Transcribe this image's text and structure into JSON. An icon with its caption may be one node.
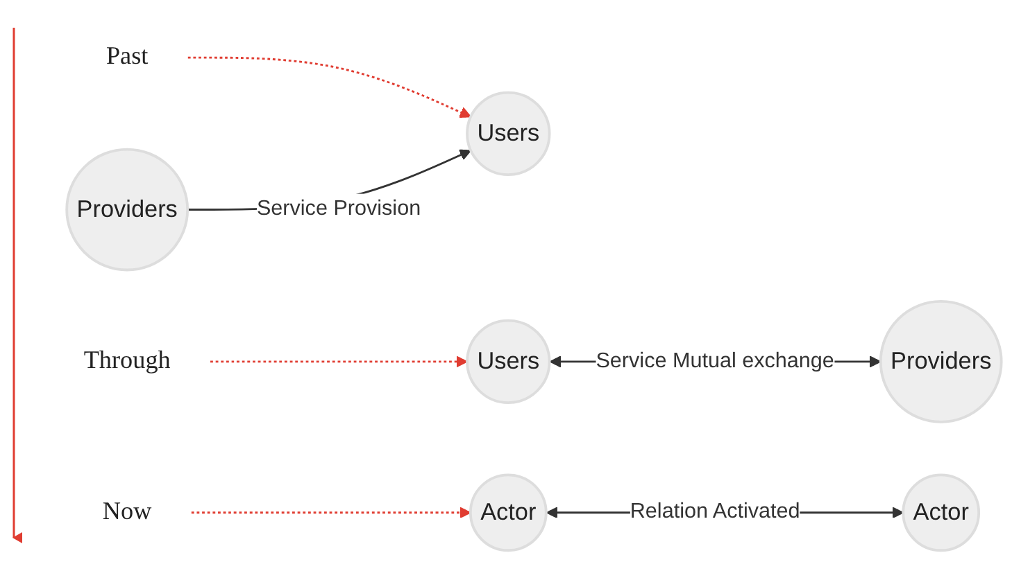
{
  "diagram": {
    "nodes": [
      {
        "text": [
          "Past"
        ]
      },
      {
        "text": [
          "Users"
        ]
      },
      {
        "text": [
          "Providers"
        ]
      },
      {
        "text": [
          "Through"
        ]
      },
      {
        "text": [
          "Users"
        ]
      },
      {
        "text": [
          "Providers"
        ]
      },
      {
        "text": [
          "Now"
        ]
      },
      {
        "text": [
          "Actor"
        ]
      },
      {
        "text": [
          "Actor"
        ]
      }
    ],
    "edges": [
      {
        "from": 0,
        "to": 1,
        "arrow": "to",
        "style": "dashed",
        "color": "#e03c31"
      },
      {
        "from": 2,
        "to": 1,
        "arrow": "to",
        "label": "Service Provision",
        "color": "#333333"
      },
      {
        "from": 3,
        "to": 4,
        "arrow": "to",
        "style": "dashed",
        "color": "#e03c31"
      },
      {
        "from": 4,
        "to": 5,
        "arrow": "both",
        "label": "Service Mutual exchange",
        "color": "#333333"
      },
      {
        "from": 6,
        "to": 7,
        "arrow": "to",
        "style": "dashed",
        "color": "#e03c31"
      },
      {
        "from": 7,
        "to": 8,
        "arrow": "both",
        "label": "Relation Activated",
        "color": "#333333"
      }
    ]
  }
}
